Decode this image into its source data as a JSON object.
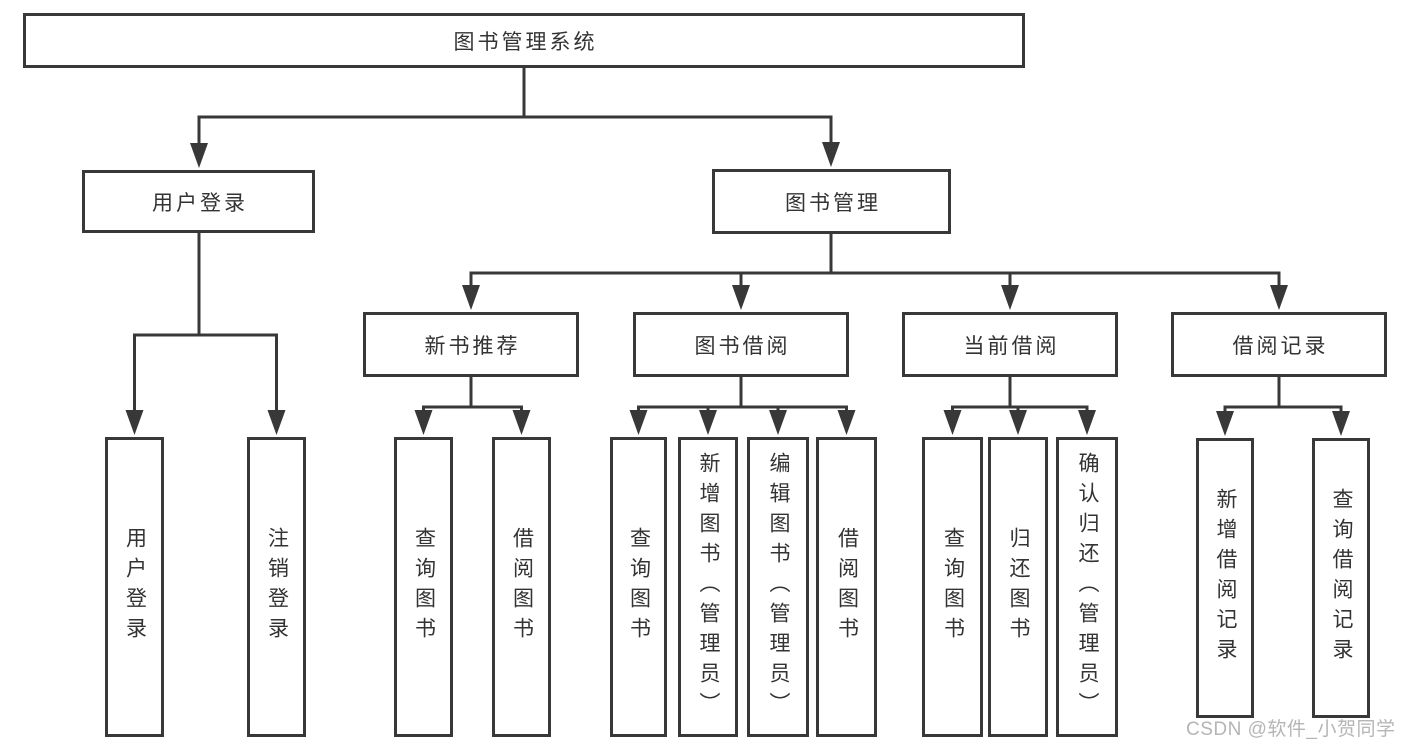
{
  "diagram": {
    "root": {
      "label": "图书管理系统"
    },
    "branches": [
      {
        "label": "用户登录",
        "children": [
          {
            "label": "用户登录"
          },
          {
            "label": "注销登录"
          }
        ]
      },
      {
        "label": "图书管理",
        "children": [
          {
            "label": "新书推荐",
            "children": [
              {
                "label": "查询图书"
              },
              {
                "label": "借阅图书"
              }
            ]
          },
          {
            "label": "图书借阅",
            "children": [
              {
                "label": "查询图书"
              },
              {
                "label": "新增图书（管理员）"
              },
              {
                "label": "编辑图书（管理员）"
              },
              {
                "label": "借阅图书"
              }
            ]
          },
          {
            "label": "当前借阅",
            "children": [
              {
                "label": "查询图书"
              },
              {
                "label": "归还图书"
              },
              {
                "label": "确认归还（管理员）"
              }
            ]
          },
          {
            "label": "借阅记录",
            "children": [
              {
                "label": "新增借阅记录"
              },
              {
                "label": "查询借阅记录"
              }
            ]
          }
        ]
      }
    ]
  },
  "watermark": {
    "text": "CSDN @软件_小贺同学"
  },
  "colors": {
    "line": "#383838",
    "box_border": "#383838",
    "text": "#333333",
    "watermark": "#b5b5b8",
    "background": "#ffffff"
  }
}
